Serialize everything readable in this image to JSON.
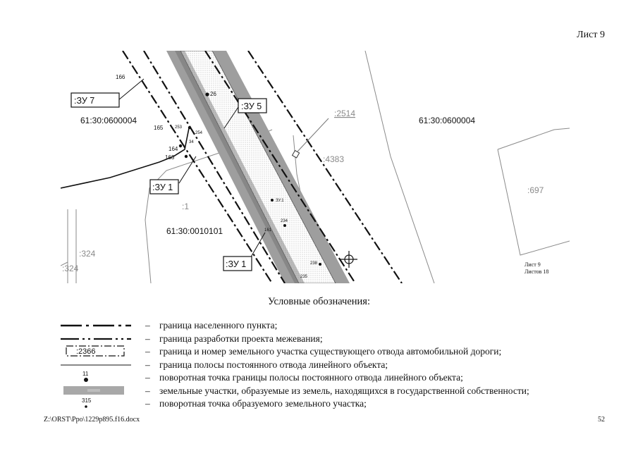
{
  "header": {
    "sheet_label": "Лист 9"
  },
  "map": {
    "parcel_labels": [
      ":ЗУ 7",
      ":ЗУ 5",
      ":ЗУ 1",
      ":ЗУ 1"
    ],
    "cadastral_quarters": [
      "61:30:0600004",
      "61:30:0600004",
      "61:30:0010101"
    ],
    "parcel_numbers": [
      ":2514",
      ":4383",
      ":697",
      ":1",
      ":324",
      ":324"
    ],
    "point_numbers": [
      "166",
      "26",
      "165",
      "253",
      "254",
      "34",
      "164",
      "163",
      "161",
      "234",
      "238",
      "ЗУ.1",
      "235"
    ],
    "stamp": {
      "sheet": "Лист 9",
      "sheets_total": "Листов 18"
    }
  },
  "legend": {
    "title": "Условные обозначения:",
    "dash": "–",
    "sample_parcel_number": ":2366",
    "sample_point_a": "11",
    "sample_point_b": "315",
    "items": [
      "граница населенного пункта;",
      "граница разработки проекта межевания;",
      "граница и номер земельного участка существующего отвода автомобильной дороги;",
      "граница полосы постоянного отвода линейного объекта;",
      "поворотная точка границы полосы постоянного отвода линейного объекта;",
      "земельные участки, образуемые из земель, находящихся в государственной собственности;",
      "поворотная точка образуемого земельного участка;"
    ]
  },
  "footer": {
    "file_path": "Z:\\ORST\\Ppo\\1229p895.f16.docx",
    "page_number": "52"
  }
}
